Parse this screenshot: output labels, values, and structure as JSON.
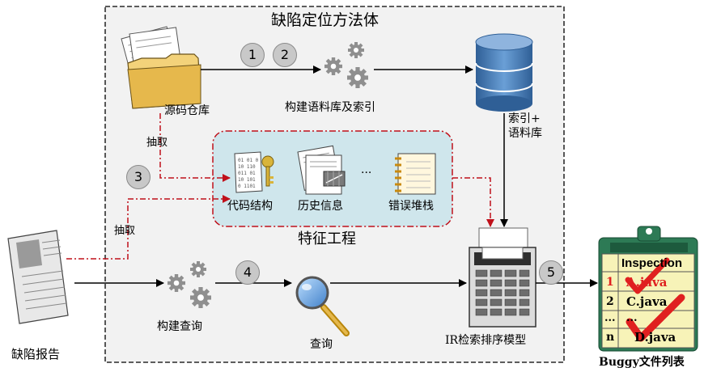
{
  "title": "缺陷定位方法体",
  "nodes": {
    "source_repo": "源码仓库",
    "build_corpus": "构建语料库及索引",
    "index_corpus_line1": "索引+",
    "index_corpus_line2": "语料库",
    "extract_top": "抽取",
    "extract_bottom": "抽取",
    "code_structure": "代码结构",
    "history_info": "历史信息",
    "ellipsis": "···",
    "error_stack": "错误堆栈",
    "feature_engineering": "特征工程",
    "bug_report": "缺陷报告",
    "build_query": "构建查询",
    "query": "查询",
    "ir_model": "IR检索排序模型",
    "buggy_list": "Buggy文件列表"
  },
  "steps": [
    "1",
    "2",
    "3",
    "4",
    "5"
  ],
  "inspection": {
    "header": "Inspection",
    "rows": [
      {
        "idx": "1",
        "file": "A.java",
        "highlight": true
      },
      {
        "idx": "2",
        "file": "C.java",
        "highlight": false
      },
      {
        "idx": "...",
        "file": "...",
        "highlight": false
      },
      {
        "idx": "n",
        "file": "D.java",
        "highlight": false
      }
    ]
  },
  "colors": {
    "feature_fill": "#cfe6ec",
    "feature_border": "#c0101a",
    "dash_red": "#c0101a",
    "folder_fill": "#f3d27a",
    "db_top": "#6f95c2",
    "db_body": "#3a6ea5",
    "clipboard_green": "#2d7a55",
    "clipboard_paper": "#f7f3b8",
    "check_red": "#e02020",
    "step_circle": "#c8c8c8"
  }
}
